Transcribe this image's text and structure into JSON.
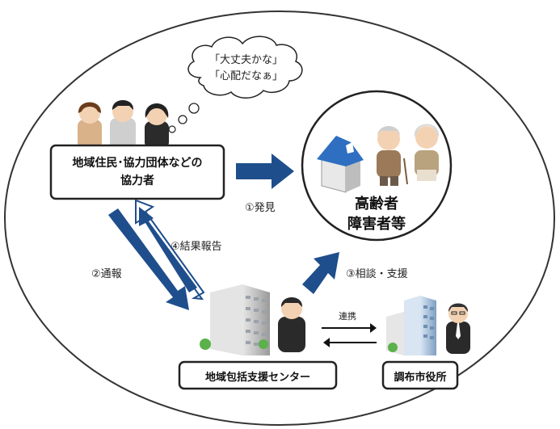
{
  "thought": {
    "line1": "「大丈夫かな」",
    "line2": "「心配だなぁ」"
  },
  "boxes": {
    "cooperators": "地域住民･協力団体などの\n協力者",
    "center": "地域包括支援センター",
    "cityhall": "調布市役所"
  },
  "target": {
    "line1": "高齢者",
    "line2": "障害者等"
  },
  "steps": {
    "discover": "①発見",
    "report": "②通報",
    "consult": "③相談・支援",
    "result": "④結果報告",
    "cooperate": "連携"
  },
  "colors": {
    "arrow": "#1f4e8c",
    "box_border": "#222222",
    "ellipse_border": "#333333"
  },
  "icons": [
    "person-woman-icon",
    "person-man-icon",
    "person-woman-dark-icon",
    "house-icon",
    "elderly-man-icon",
    "elderly-woman-icon",
    "office-building-icon",
    "staff-person-icon",
    "city-hall-building-icon",
    "city-staff-icon",
    "thought-bubble-icon"
  ]
}
